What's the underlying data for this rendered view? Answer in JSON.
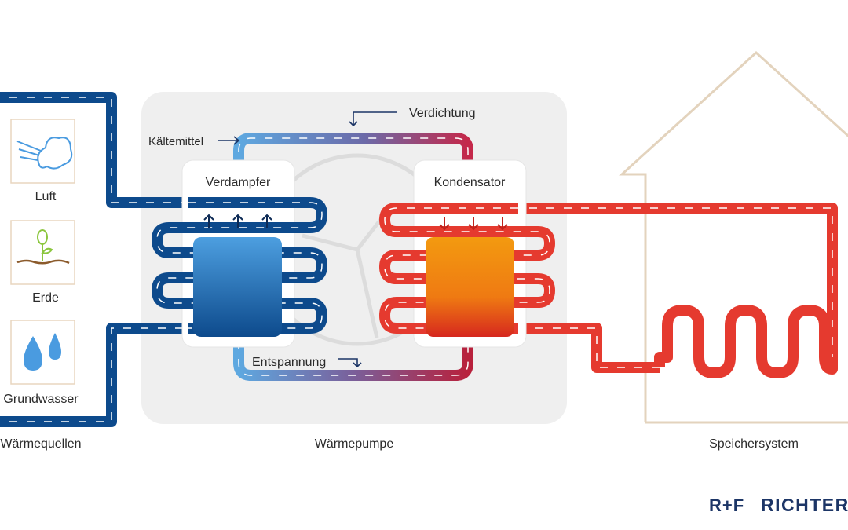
{
  "sources": {
    "items": [
      {
        "label": "Luft",
        "icon": "wind-icon"
      },
      {
        "label": "Erde",
        "icon": "sprout-icon"
      },
      {
        "label": "Grundwasser",
        "icon": "water-drops-icon"
      }
    ],
    "section_label": "Wärmequellen"
  },
  "heat_pump": {
    "section_label": "Wärmepumpe",
    "evaporator_label": "Verdampfer",
    "condenser_label": "Kondensator",
    "refrigerant_label": "Kältemittel",
    "compression_label": "Verdichtung",
    "expansion_label": "Entspannung"
  },
  "storage": {
    "section_label": "Speichersystem"
  },
  "brand": {
    "name": "RICHTER",
    "mark": "R+F"
  },
  "colors": {
    "cold_pipe": "#0d4a8c",
    "warm_pipe": "#e53a2f",
    "light_blue": "#5ea8e0",
    "panel_gray": "#efefef",
    "house_outline": "#e3d3bd",
    "icon_frame": "#e8d6bf",
    "icon_blue": "#4a9be0",
    "brand": "#1c3566"
  }
}
